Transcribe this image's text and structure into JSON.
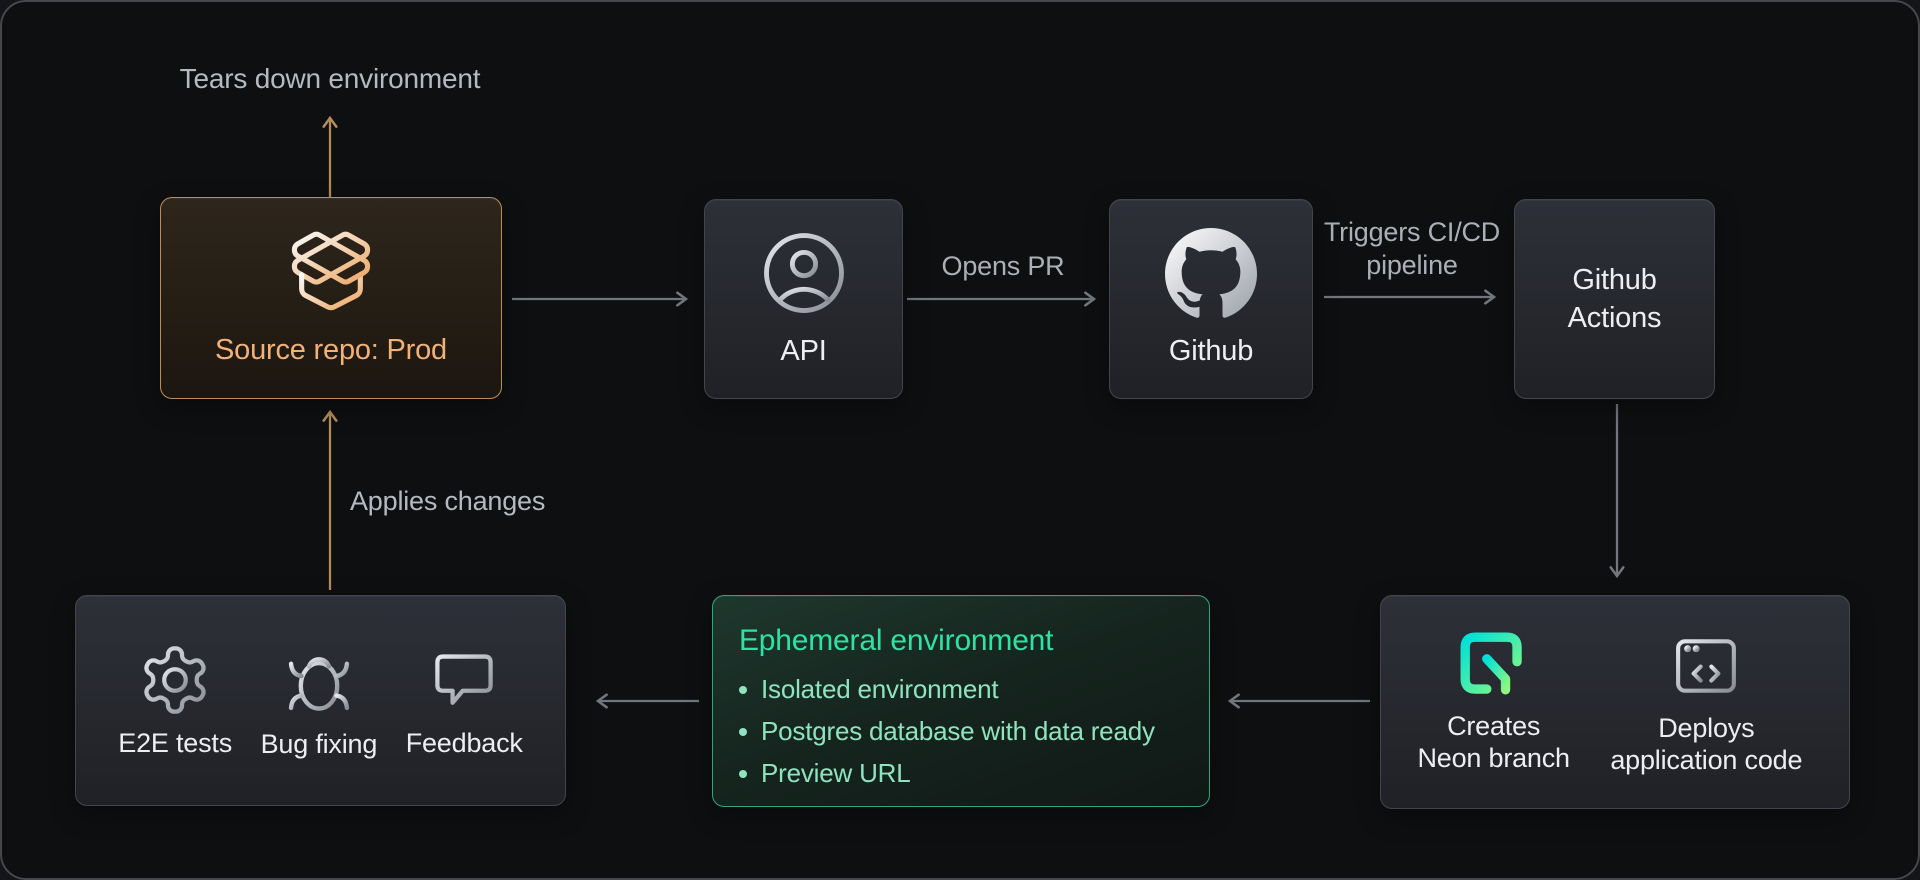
{
  "diagram": {
    "nodes": {
      "source_repo": {
        "label": "Source repo: Prod",
        "icon": "package-open-icon",
        "accent_border": "#bd8c59",
        "text_color": "#f2b176"
      },
      "api": {
        "label": "API",
        "icon": "user-circle-icon"
      },
      "github": {
        "label": "Github",
        "icon": "github-icon"
      },
      "github_actions": {
        "label": "Github Actions"
      },
      "pipeline": {
        "creates": {
          "label": "Creates Neon branch",
          "icon": "neon-icon"
        },
        "deploys": {
          "label": "Deploys application code",
          "icon": "browser-code-icon"
        }
      },
      "ephemeral": {
        "title": "Ephemeral environment",
        "bullets": [
          "Isolated environment",
          "Postgres database with data ready",
          "Preview URL"
        ],
        "border_color": "#2fa57c",
        "title_color": "#2ee2a4",
        "bullet_color": "#8fe3bf"
      },
      "validation": {
        "items": [
          {
            "label": "E2E tests",
            "icon": "gear-icon"
          },
          {
            "label": "Bug fixing",
            "icon": "bug-icon"
          },
          {
            "label": "Feedback",
            "icon": "message-icon"
          }
        ]
      }
    },
    "edge_labels": {
      "tears_down": "Tears down environment",
      "opens_pr": "Opens PR",
      "triggers_ci": "Triggers CI/CD pipeline",
      "applies_changes": "Applies changes"
    },
    "colors": {
      "canvas_bg": "#0e0f10",
      "canvas_border": "#45474c",
      "node_bg_top": "#2d3038",
      "node_border": "#42454c",
      "node_text": "#eceef1",
      "edge_gray": "#72777f",
      "edge_orange": "#b58b5d",
      "edge_label_gray": "#aab0b8",
      "neon_gradient_start": "#00e0d9",
      "neon_gradient_end": "#8cf97e"
    }
  }
}
